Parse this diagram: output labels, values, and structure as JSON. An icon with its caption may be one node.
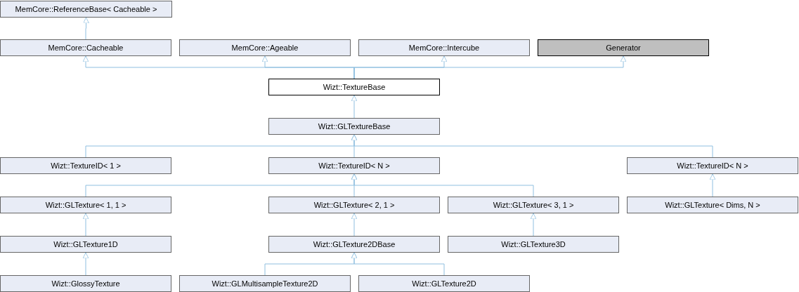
{
  "diagram": {
    "nodes": [
      {
        "text": [
          "MemCore::ReferenceBase< Cacheable >"
        ]
      },
      {
        "text": [
          "MemCore::Cacheable"
        ]
      },
      {
        "text": [
          "MemCore::Ageable"
        ]
      },
      {
        "text": [
          "MemCore::Intercube"
        ]
      },
      {
        "text": [
          "Generator"
        ]
      },
      {
        "text": [
          "Wizt::TextureBase"
        ]
      },
      {
        "text": [
          "Wizt::GLTextureBase"
        ]
      },
      {
        "text": [
          "Wizt::TextureID< 1 >"
        ]
      },
      {
        "text": [
          "Wizt::TextureID< N >"
        ]
      },
      {
        "text": [
          "Wizt::TextureID< N >"
        ]
      },
      {
        "text": [
          "Wizt::GLTexture< 1, 1 >"
        ]
      },
      {
        "text": [
          "Wizt::GLTexture< 2, 1 >"
        ]
      },
      {
        "text": [
          "Wizt::GLTexture< 3, 1 >"
        ]
      },
      {
        "text": [
          "Wizt::GLTexture< Dims, N >"
        ]
      },
      {
        "text": [
          "Wizt::GLTexture1D"
        ]
      },
      {
        "text": [
          "Wizt::GLTexture2DBase"
        ]
      },
      {
        "text": [
          "Wizt::GLTexture3D"
        ]
      },
      {
        "text": [
          "Wizt::GlossyTexture"
        ]
      },
      {
        "text": [
          "Wizt::GLMultisampleTexture2D"
        ]
      },
      {
        "text": [
          "Wizt::GLTexture2D"
        ]
      }
    ],
    "edges": [
      {
        "from": 1,
        "to": 0,
        "arrow": "to"
      },
      {
        "from": 5,
        "to": 1,
        "arrow": "to"
      },
      {
        "from": 5,
        "to": 2,
        "arrow": "to"
      },
      {
        "from": 5,
        "to": 3,
        "arrow": "to"
      },
      {
        "from": 5,
        "to": 4,
        "arrow": "to"
      },
      {
        "from": 6,
        "to": 5,
        "arrow": "to"
      },
      {
        "from": 7,
        "to": 6,
        "arrow": "to"
      },
      {
        "from": 8,
        "to": 6,
        "arrow": "to"
      },
      {
        "from": 9,
        "to": 6,
        "arrow": "to"
      },
      {
        "from": 10,
        "to": 8,
        "arrow": "to"
      },
      {
        "from": 11,
        "to": 8,
        "arrow": "to"
      },
      {
        "from": 12,
        "to": 8,
        "arrow": "to"
      },
      {
        "from": 13,
        "to": 9,
        "arrow": "to"
      },
      {
        "from": 14,
        "to": 10,
        "arrow": "to"
      },
      {
        "from": 15,
        "to": 11,
        "arrow": "to"
      },
      {
        "from": 16,
        "to": 12,
        "arrow": "to"
      },
      {
        "from": 17,
        "to": 14,
        "arrow": "to"
      },
      {
        "from": 18,
        "to": 15,
        "arrow": "to"
      },
      {
        "from": 19,
        "to": 15,
        "arrow": "to"
      }
    ]
  }
}
